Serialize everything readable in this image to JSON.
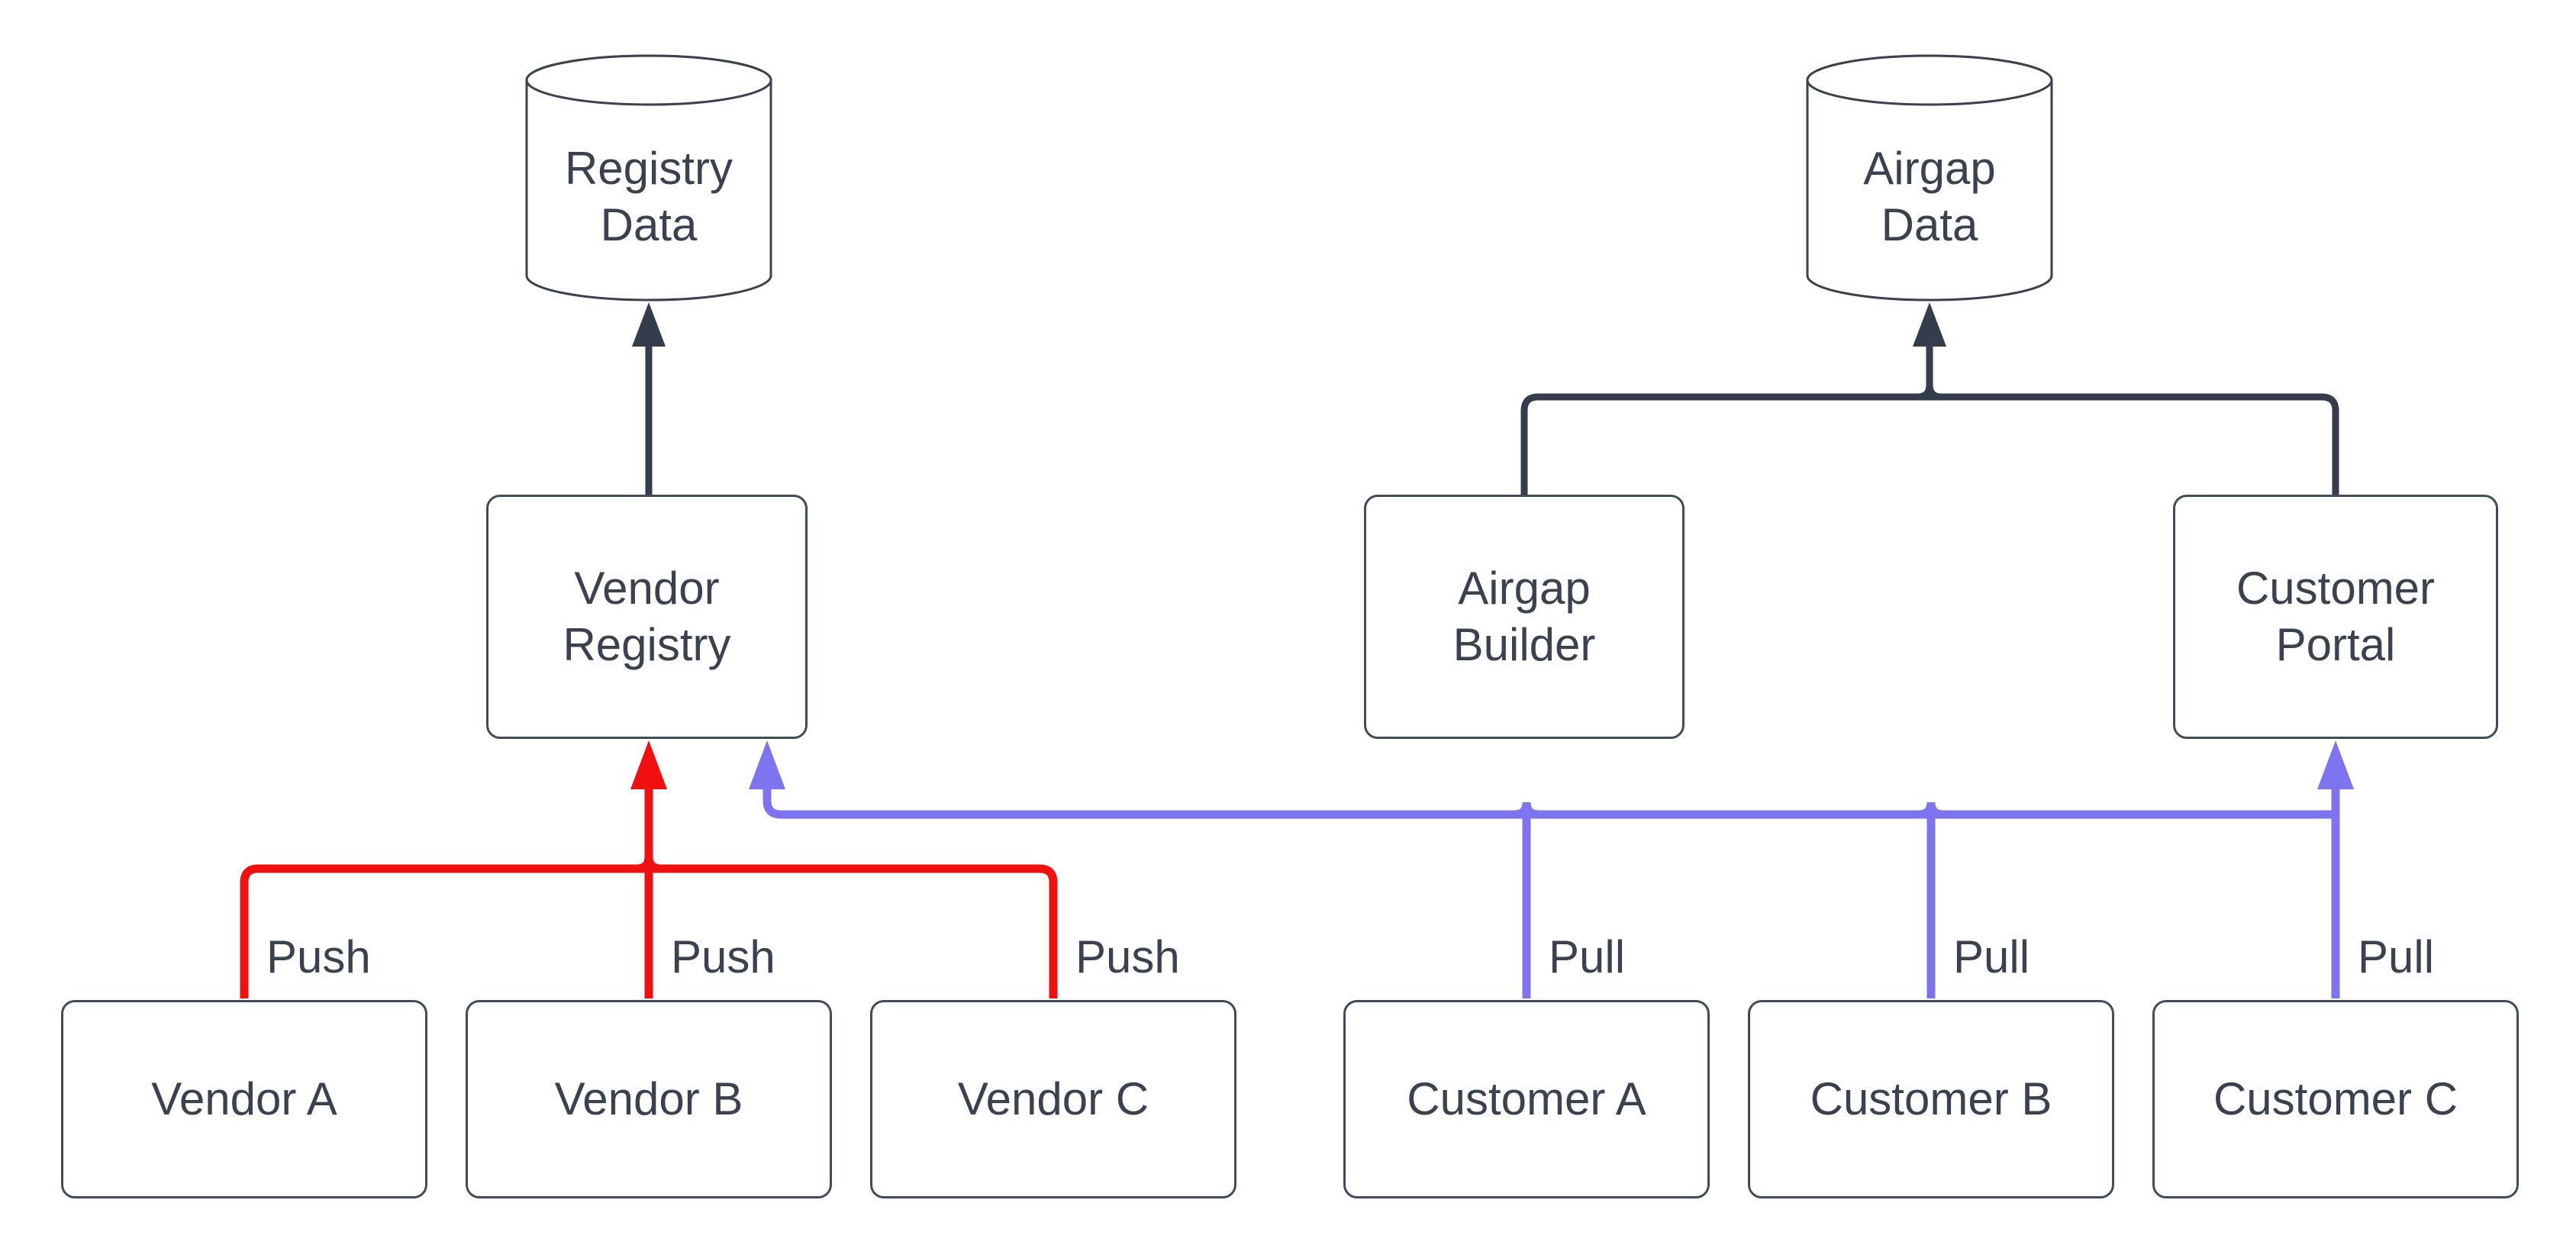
{
  "colors": {
    "background": "#FFFFFF",
    "dark_text": "#39424E",
    "node_border": "#414C5B",
    "dark_connector": "#333D4C",
    "push_red": "#F01010",
    "pull_blue": "#7E74F0"
  },
  "nodes": {
    "registry_data": {
      "line1": "Registry",
      "line2": "Data"
    },
    "airgap_data": {
      "line1": "Airgap",
      "line2": "Data"
    },
    "vendor_registry": {
      "line1": "Vendor",
      "line2": "Registry"
    },
    "airgap_builder": {
      "line1": "Airgap",
      "line2": "Builder"
    },
    "customer_portal": {
      "line1": "Customer",
      "line2": "Portal"
    },
    "vendor_a": {
      "label": "Vendor A"
    },
    "vendor_b": {
      "label": "Vendor B"
    },
    "vendor_c": {
      "label": "Vendor C"
    },
    "customer_a": {
      "label": "Customer A"
    },
    "customer_b": {
      "label": "Customer B"
    },
    "customer_c": {
      "label": "Customer C"
    }
  },
  "edge_labels": {
    "push": "Push",
    "pull": "Pull"
  }
}
